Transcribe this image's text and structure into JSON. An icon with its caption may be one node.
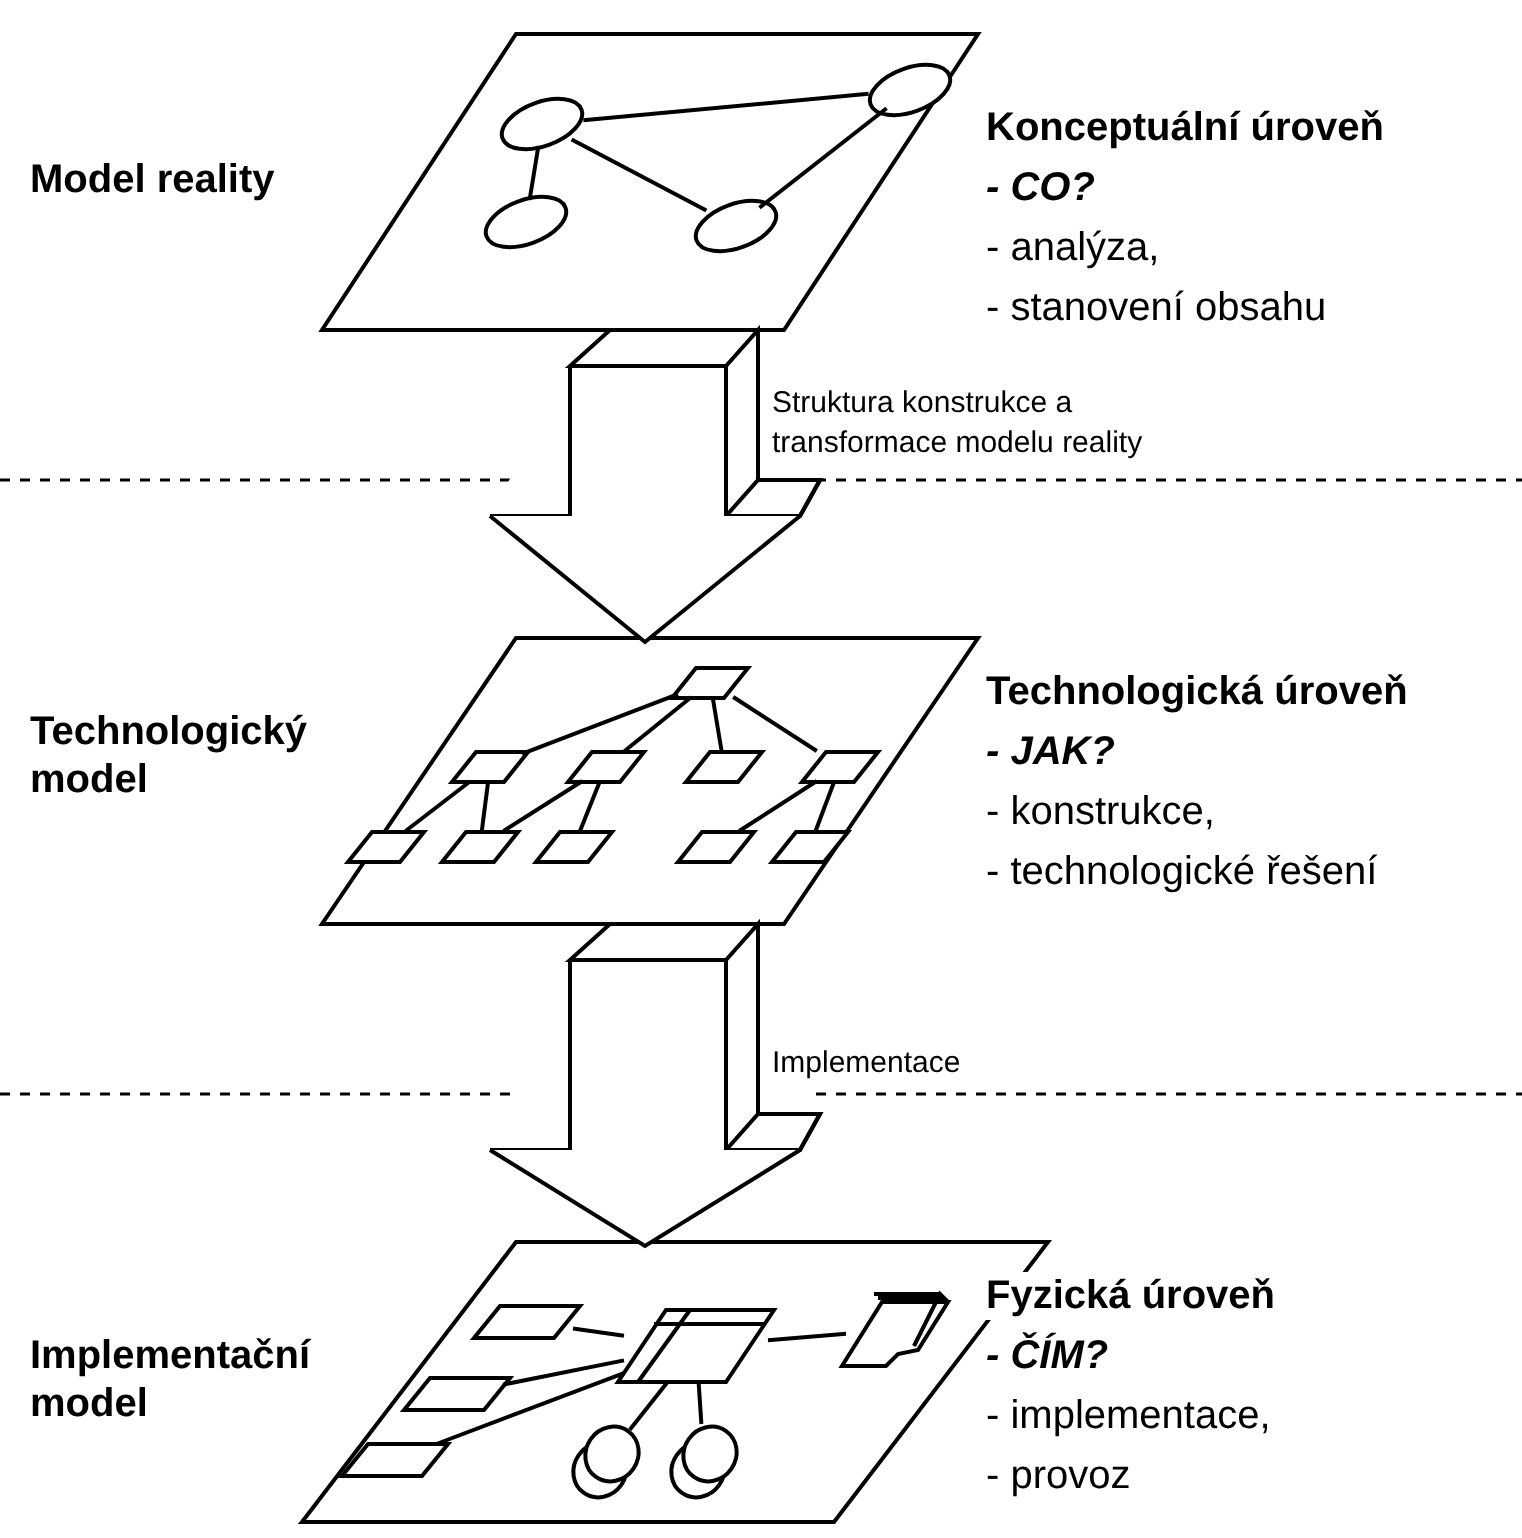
{
  "diagram": {
    "nodes": [
      {
        "text": [],
        "shape": "parallelogram",
        "beside": [
          "Model reality",
          "Konceptuální úroveň",
          "- CO?",
          "- analýza,",
          "- stanovení obsahu"
        ]
      },
      {
        "text": [],
        "shape": "ellipse",
        "in": 0
      },
      {
        "text": [],
        "shape": "ellipse",
        "in": 0
      },
      {
        "text": [],
        "shape": "ellipse",
        "in": 0
      },
      {
        "text": [],
        "shape": "ellipse",
        "in": 0
      },
      {
        "text": [],
        "shape": "parallelogram",
        "beside": [
          "Technologický model",
          "Technologická úroveň",
          "- JAK?",
          "- konstrukce,",
          "- technologické řešení"
        ]
      },
      {
        "text": [],
        "shape": "parallelogram",
        "in": 5
      },
      {
        "text": [],
        "shape": "parallelogram",
        "in": 5
      },
      {
        "text": [],
        "shape": "parallelogram",
        "in": 5
      },
      {
        "text": [],
        "shape": "parallelogram",
        "in": 5
      },
      {
        "text": [],
        "shape": "parallelogram",
        "in": 5
      },
      {
        "text": [],
        "shape": "parallelogram",
        "in": 5
      },
      {
        "text": [],
        "shape": "parallelogram",
        "in": 5
      },
      {
        "text": [],
        "shape": "parallelogram",
        "in": 5
      },
      {
        "text": [],
        "shape": "parallelogram",
        "in": 5
      },
      {
        "text": [],
        "shape": "parallelogram",
        "in": 5
      },
      {
        "text": [],
        "shape": "parallelogram",
        "beside": [
          "Implementační model",
          "Fyzická úroveň",
          "- ČÍM?",
          "- implementace,",
          "- provoz"
        ]
      },
      {
        "text": [],
        "shape": "parallelogram",
        "in": 16
      },
      {
        "text": [],
        "shape": "parallelogram",
        "in": 16
      },
      {
        "text": [],
        "shape": "parallelogram",
        "in": 16
      },
      {
        "text": [],
        "shape": "table",
        "in": 16
      },
      {
        "text": [],
        "shape": "document",
        "in": 16
      },
      {
        "text": [],
        "shape": "cylinder",
        "in": 16
      },
      {
        "text": [],
        "shape": "cylinder",
        "in": 16
      }
    ],
    "edges": [
      {
        "from": 0,
        "to": 5,
        "arrow": "to",
        "label": "Struktura konstrukce a transformace modelu reality"
      },
      {
        "from": 5,
        "to": 16,
        "arrow": "to",
        "label": "Implementace"
      },
      {
        "from": 1,
        "to": 2,
        "arrow": "none"
      },
      {
        "from": 1,
        "to": 3,
        "arrow": "none"
      },
      {
        "from": 1,
        "to": 4,
        "arrow": "none"
      },
      {
        "from": 2,
        "to": 4,
        "arrow": "none"
      },
      {
        "from": 6,
        "to": 7,
        "arrow": "none"
      },
      {
        "from": 6,
        "to": 8,
        "arrow": "none"
      },
      {
        "from": 6,
        "to": 9,
        "arrow": "none"
      },
      {
        "from": 6,
        "to": 10,
        "arrow": "none"
      },
      {
        "from": 7,
        "to": 11,
        "arrow": "none"
      },
      {
        "from": 7,
        "to": 12,
        "arrow": "none"
      },
      {
        "from": 8,
        "to": 12,
        "arrow": "none"
      },
      {
        "from": 8,
        "to": 13,
        "arrow": "none"
      },
      {
        "from": 10,
        "to": 14,
        "arrow": "none"
      },
      {
        "from": 10,
        "to": 15,
        "arrow": "none"
      },
      {
        "from": 17,
        "to": 20,
        "arrow": "none"
      },
      {
        "from": 18,
        "to": 20,
        "arrow": "none"
      },
      {
        "from": 19,
        "to": 20,
        "arrow": "none"
      },
      {
        "from": 20,
        "to": 21,
        "arrow": "none"
      },
      {
        "from": 20,
        "to": 22,
        "arrow": "none"
      },
      {
        "from": 20,
        "to": 23,
        "arrow": "none"
      }
    ]
  }
}
